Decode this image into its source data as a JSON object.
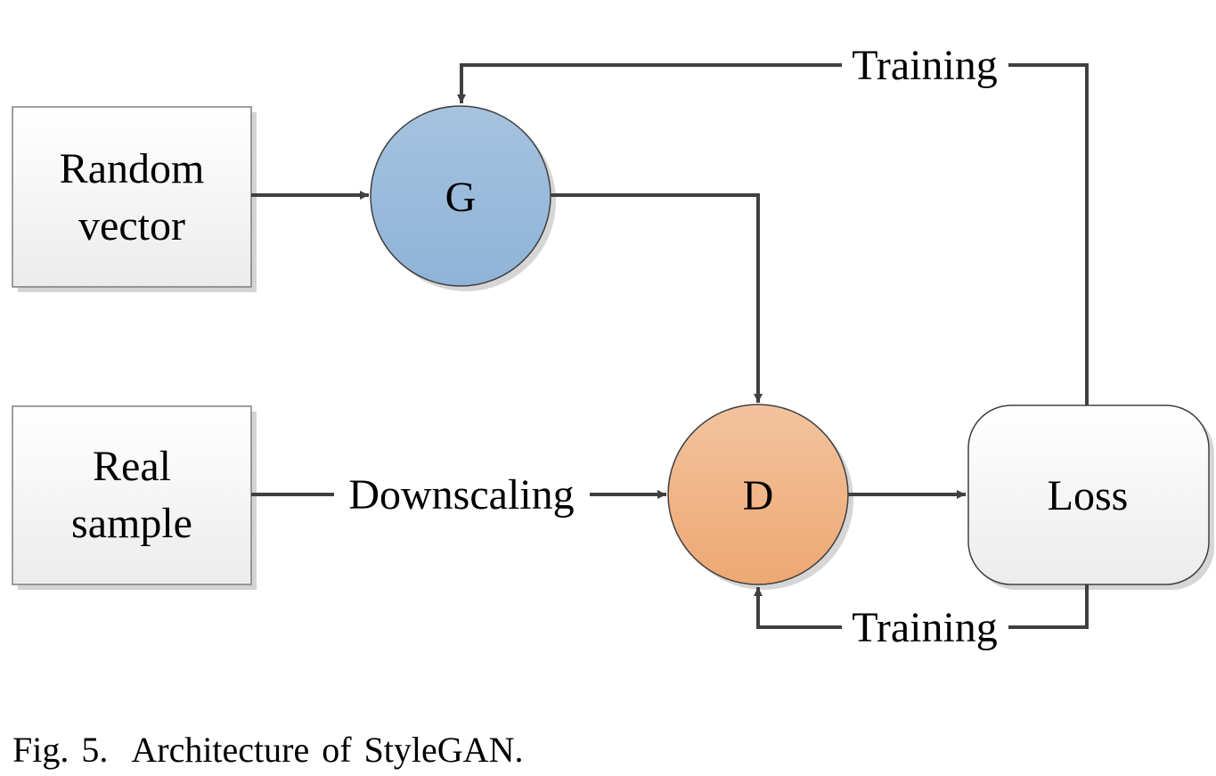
{
  "nodes": {
    "random_vector": {
      "line1": "Random",
      "line2": "vector"
    },
    "real_sample": {
      "line1": "Real",
      "line2": "sample"
    },
    "generator": {
      "label": "G",
      "fill_top": "#a6c3df",
      "fill_bottom": "#8fb3d7"
    },
    "discriminator": {
      "label": "D",
      "fill_top": "#f3c39e",
      "fill_bottom": "#eda873"
    },
    "loss": {
      "label": "Loss"
    }
  },
  "edges": {
    "downscaling": "Downscaling",
    "training_top": "Training",
    "training_bottom": "Training"
  },
  "caption": {
    "fig": "Fig. 5.",
    "text": "Architecture of StyleGAN."
  }
}
